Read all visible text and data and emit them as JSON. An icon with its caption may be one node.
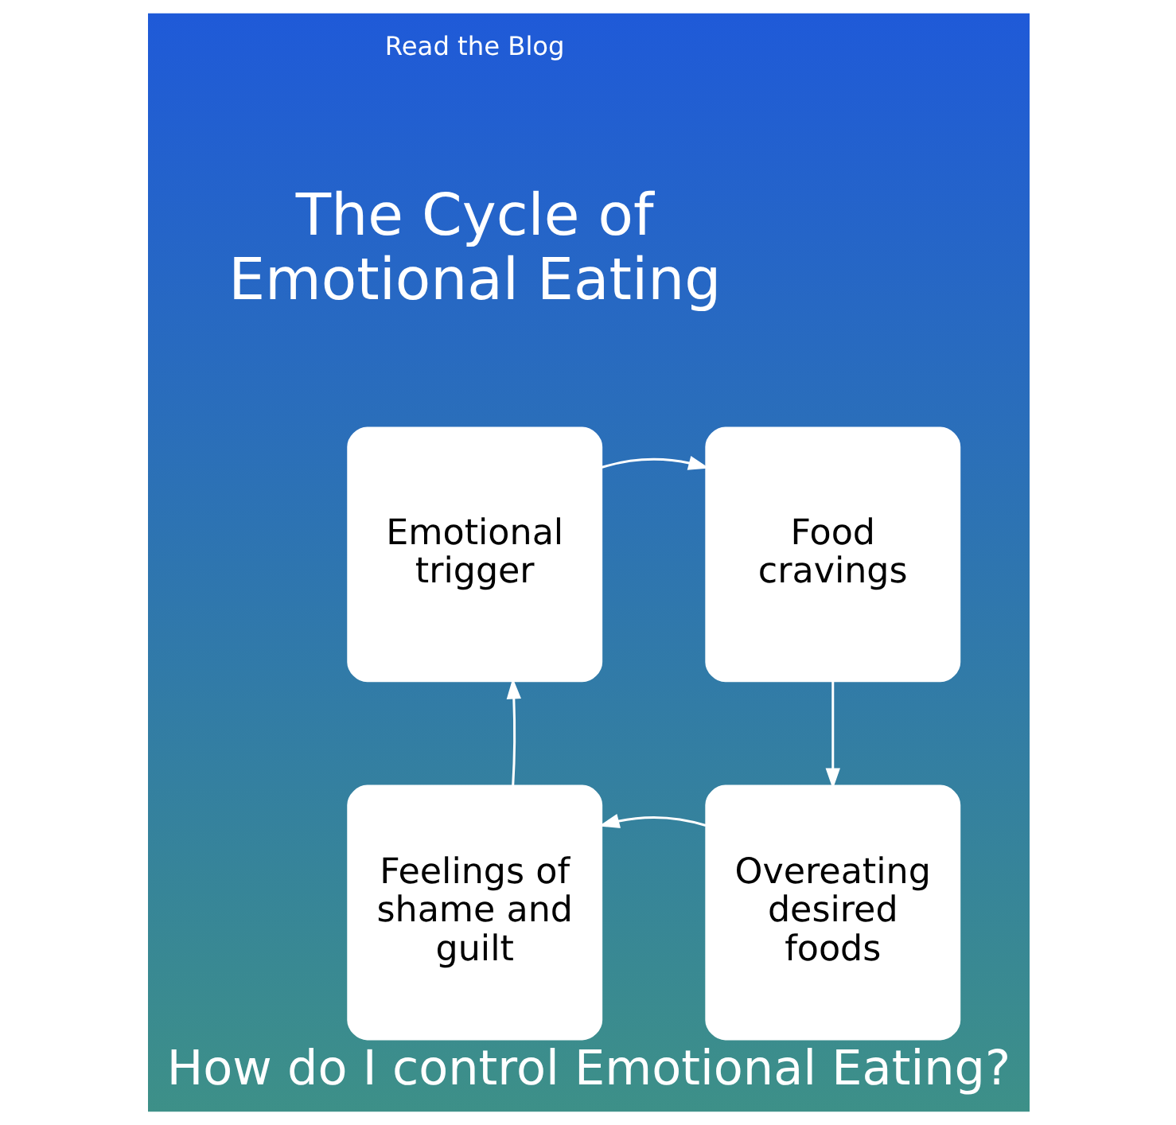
{
  "diagram": {
    "title": "The Cycle of Emotional Eating",
    "caption": "How do I control Emotional Eating?",
    "nodes": [
      {
        "text": [
          "Emotional trigger"
        ]
      },
      {
        "text": [
          "Food cravings"
        ]
      },
      {
        "text": [
          "Overeating desired foods"
        ]
      },
      {
        "text": [
          "Feelings of shame and guilt"
        ]
      }
    ],
    "edges": [
      {
        "from": 0,
        "to": 1,
        "arrow": "to"
      },
      {
        "from": 1,
        "to": 2,
        "arrow": "to"
      },
      {
        "from": 2,
        "to": 3,
        "arrow": "to"
      },
      {
        "from": 3,
        "to": 0,
        "arrow": "to"
      }
    ],
    "labels": [
      "Read the Blog"
    ]
  }
}
